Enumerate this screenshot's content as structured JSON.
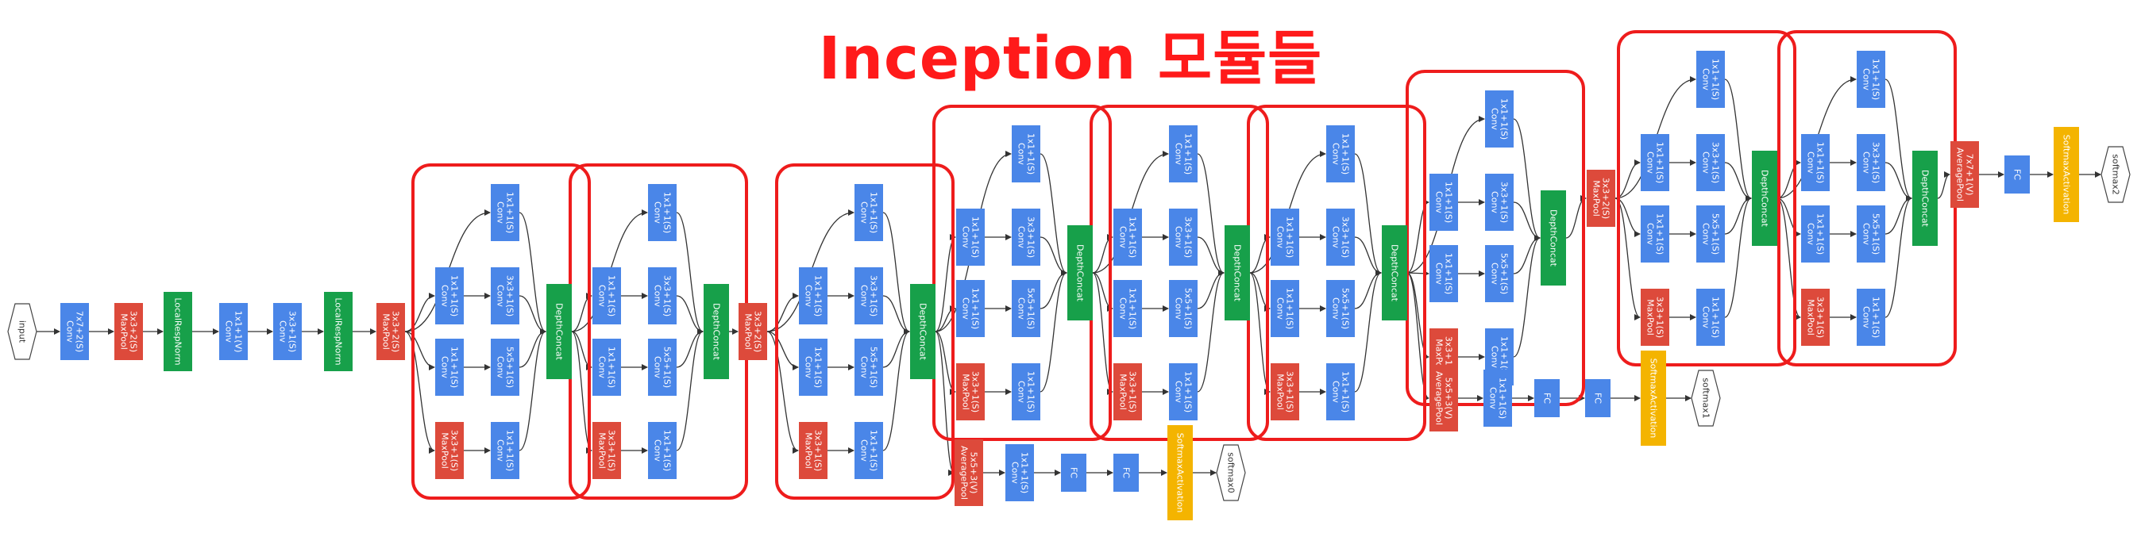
{
  "title": "Inception 모듈들",
  "colors": {
    "conv": "#4a86e8",
    "pool": "#dd4a3b",
    "concat": "#17a04a",
    "norm": "#17a04a",
    "fc": "#4a86e8",
    "softmax": "#f4b400",
    "io": "#ffffff",
    "highlight": "#ee1c1c"
  },
  "labels": {
    "input": "input",
    "stem_conv1": "Conv 7x7+2(S)",
    "stem_pool1": "MaxPool 3x3+2(S)",
    "lrn": "LocalRespNorm",
    "stem_conv2": "Conv 1x1+1(V)",
    "stem_conv3": "Conv 3x3+1(S)",
    "maxpool_3x3_2": "MaxPool 3x3+2(S)",
    "conv_1x1": "Conv 1x1+1(S)",
    "conv_3x3": "Conv 3x3+1(S)",
    "conv_5x5": "Conv 5x5+1(S)",
    "maxpool_3x3_1": "MaxPool 3x3+1(S)",
    "concat": "DepthConcat",
    "avgpool_aux": "AveragePool 5x5+3(V)",
    "avgpool_final": "AveragePool 7x7+1(V)",
    "fc": "FC",
    "softmax_act": "SoftmaxActivation",
    "softmax0": "softmax0",
    "softmax1": "softmax1",
    "softmax2": "softmax2"
  }
}
